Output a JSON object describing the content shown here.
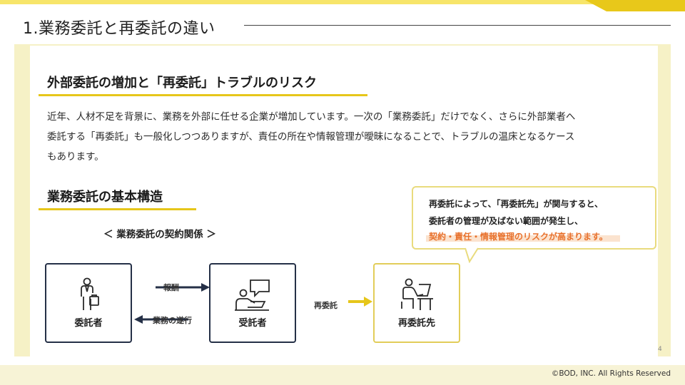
{
  "slide": {
    "title": "1.業務委託と再委託の違い",
    "page_number": "4",
    "copyright": "©BOD, INC. All Rights Reserved"
  },
  "section1": {
    "heading": "外部委託の増加と「再委託」トラブルのリスク",
    "body_lines": [
      "近年、人材不足を背景に、業務を外部に任せる企業が増加しています。一次の「業務委託」だけでなく、さらに外部業者へ",
      "委託する「再委託」も一般化しつつありますが、責任の所在や情報管理が曖昧になることで、トラブルの温床となるケース",
      "もあります。"
    ]
  },
  "section2": {
    "heading": "業務委託の基本構造",
    "diagram_caption": "＜ 業務委託の契約関係 ＞",
    "entities": [
      {
        "label": "委託者",
        "icon": "person-with-briefcase-icon"
      },
      {
        "label": "受託者",
        "icon": "person-at-laptop-with-speech-bubble-icon"
      },
      {
        "label": "再委託先",
        "icon": "person-at-desk-with-computer-icon"
      }
    ],
    "arrows": {
      "reward": "報酬",
      "performance": "業務の遂行",
      "subcontract": "再委託"
    }
  },
  "callout": {
    "line1": "再委託によって、「再委託先」が関与すると、",
    "line2": "委託者の管理が及ばない範囲が発生し、",
    "line3": "契約・責任・情報管理のリスクが高まります。"
  },
  "colors": {
    "accent_yellow": "#e6c61a",
    "panel_yellow": "#f6f1c6",
    "navy": "#253047",
    "highlight_orange": "#e8712c"
  }
}
